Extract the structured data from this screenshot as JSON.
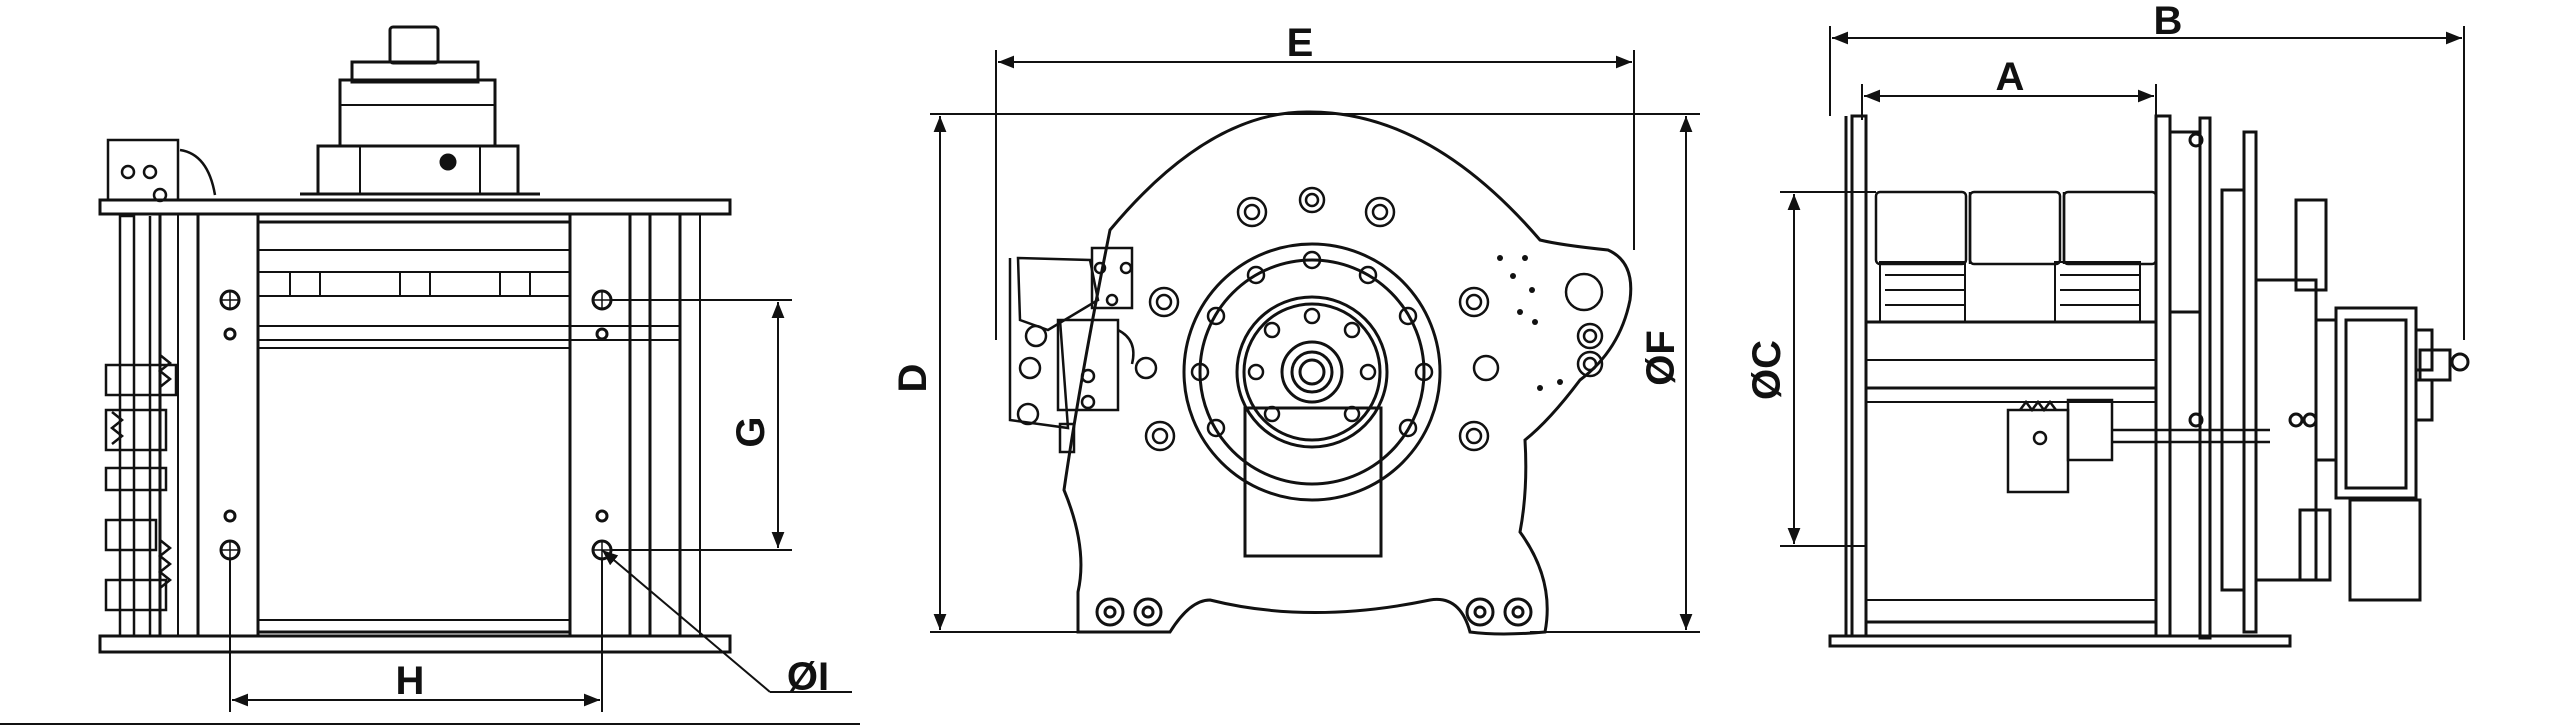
{
  "dimensions": {
    "A": "A",
    "B": "B",
    "C": "ØC",
    "D": "D",
    "E": "E",
    "F": "ØF",
    "G": "G",
    "H": "H",
    "I": "ØI"
  },
  "colors": {
    "line": "#111111",
    "background": "#ffffff"
  }
}
